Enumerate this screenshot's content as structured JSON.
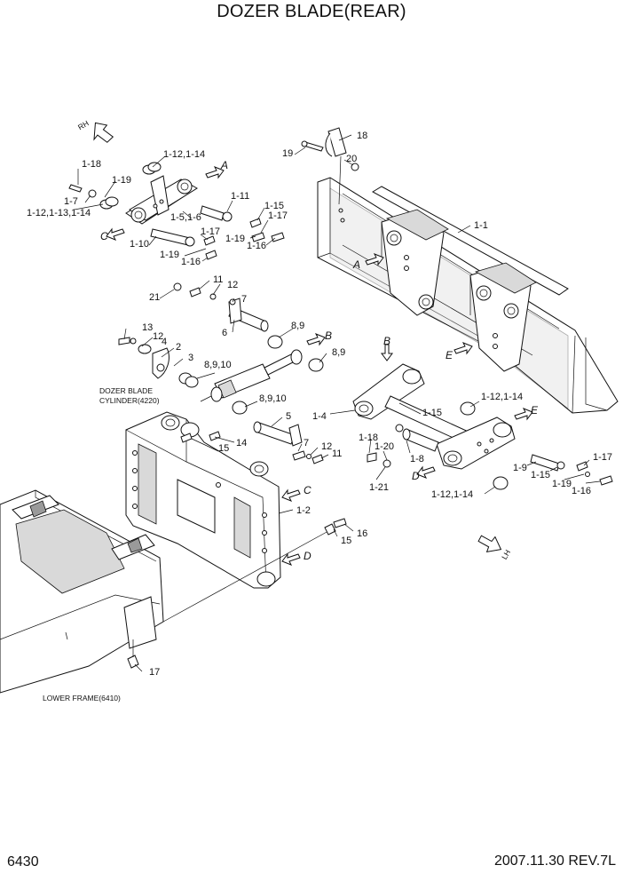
{
  "title": "DOZER BLADE(REAR)",
  "page_number": "6430",
  "revision": "2007.11.30  REV.7L",
  "notes": {
    "dozer_cylinder_line1": "DOZER BLADE",
    "dozer_cylinder_line2": "CYLINDER(4220)",
    "lower_frame": "LOWER FRAME(6410)"
  },
  "direction_markers": {
    "rh": "RH",
    "lh": "LH",
    "a": "A",
    "b": "B",
    "c": "C",
    "d": "D",
    "e": "E"
  },
  "callouts": {
    "c1_18_top": "1-18",
    "c1_12_14_top": "1-12,1-14",
    "c1_19_top": "1-19",
    "c1_7": "1-7",
    "c1_12_13_14": "1-12,1-13,1-14",
    "c1_11": "1-11",
    "c1_15_top": "1-15",
    "c1_17_top": "1-17",
    "c1_5_6": "1-5,1-6",
    "c1_17_mid": "1-17",
    "c1_19_mid": "1-19",
    "c1_16_top": "1-16",
    "c1_10": "1-10",
    "c1_19_low": "1-19",
    "c1_16_low": "1-16",
    "c18": "18",
    "c19": "19",
    "c20": "20",
    "c1_1": "1-1",
    "c11_top": "11",
    "c12_top": "12",
    "c21_top": "21",
    "c7_top": "7",
    "c6": "6",
    "c8_9_a": "8,9",
    "c8_9_b": "8,9",
    "c13": "13",
    "c12_mid": "12",
    "c4_top": "4",
    "c2": "2",
    "c3": "3",
    "c8_9_10_a": "8,9,10",
    "c8_9_10_b": "8,9,10",
    "c5": "5",
    "c14": "14",
    "c15_mid": "15",
    "c7_mid": "7",
    "c12_low": "12",
    "c11_low": "11",
    "c1_2": "1-2",
    "c1_4": "1-4",
    "c1_15_mid": "1-15",
    "c1_12_14_mid": "1-12,1-14",
    "c1_18_mid": "1-18",
    "c1_20": "1-20",
    "c1_8": "1-8",
    "c1_21": "1-21",
    "c1_9": "1-9",
    "c1_15_low": "1-15",
    "c1_17_low": "1-17",
    "c1_19_bottom": "1-19",
    "c1_16_bottom": "1-16",
    "c1_12_14_low": "1-12,1-14",
    "c15_low": "15",
    "c16": "16",
    "c17": "17"
  }
}
